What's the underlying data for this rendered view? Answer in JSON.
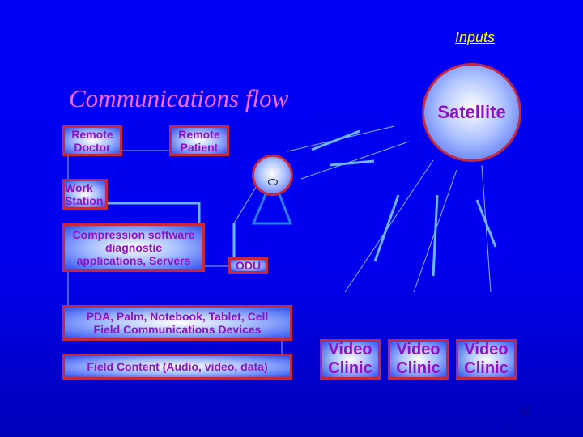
{
  "header": {
    "inputs_link": "Inputs",
    "title": "Communications flow"
  },
  "nodes": {
    "remote_doctor": "Remote\nDoctor",
    "remote_patient": "Remote\nPatient",
    "work_station": "Work\nStation",
    "compression": "Compression software\ndiagnostic\napplications, Servers",
    "odu": "ODU",
    "pda": "PDA, Palm, Notebook, Tablet, Cell\nField Communications Devices",
    "field_content": "Field Content (Audio, video, data)",
    "satellite": "Satellite",
    "video_clinics": [
      "Video\nClinic",
      "Video\nClinic",
      "Video\nClinic"
    ]
  },
  "slide_number": "62",
  "colors": {
    "border": "#c8283c",
    "text": "#9010c8",
    "title": "#ff66ff",
    "inputs": "#ffff00"
  }
}
